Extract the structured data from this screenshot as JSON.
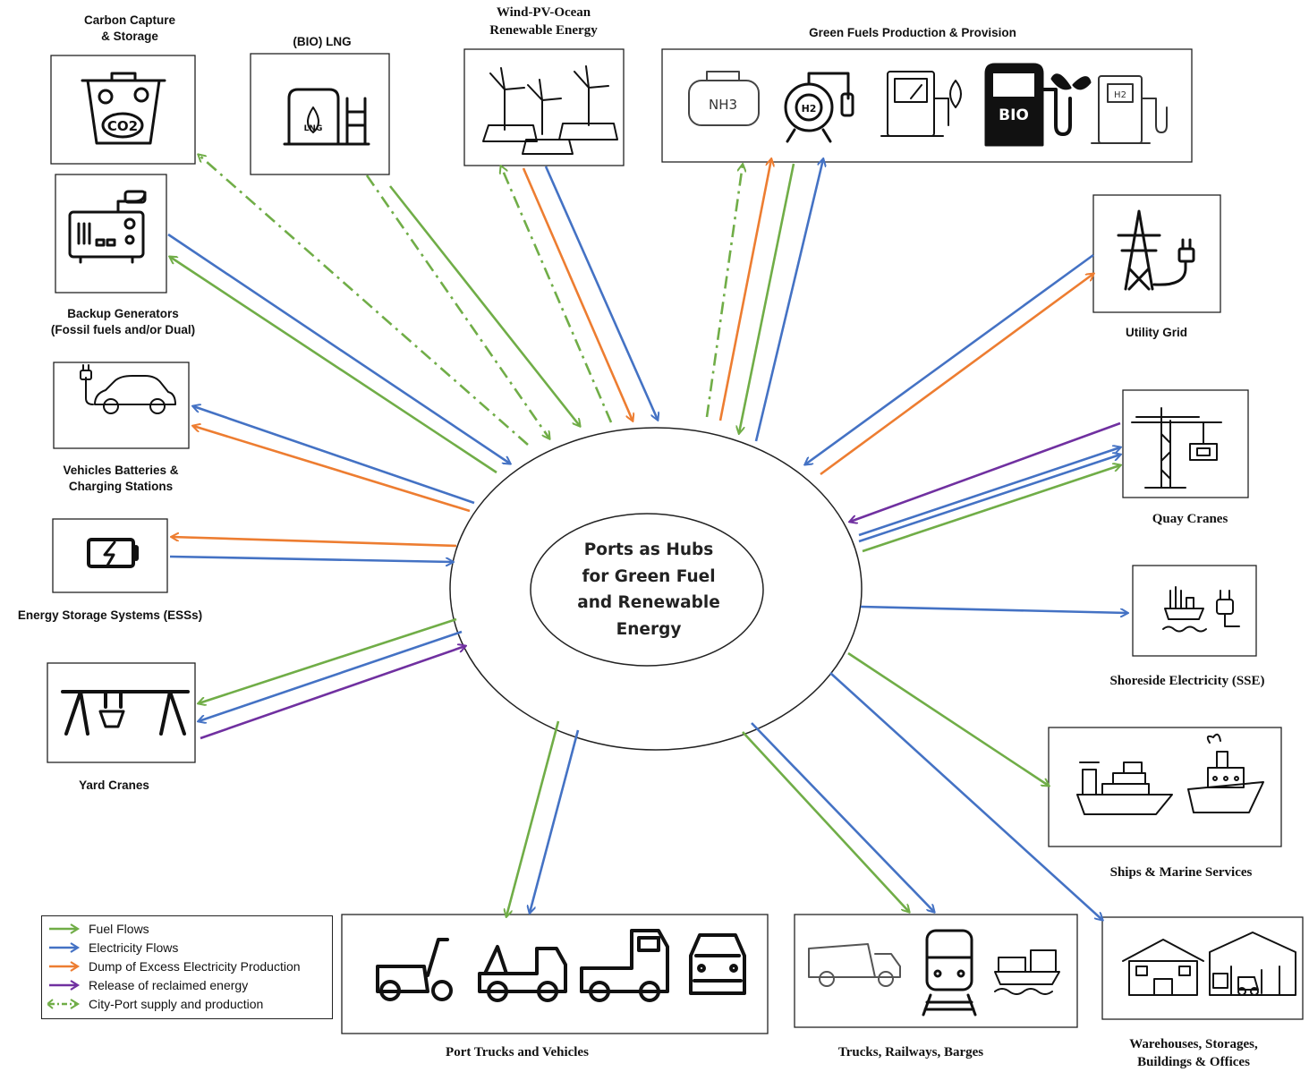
{
  "center": {
    "lines": [
      "Ports as Hubs",
      "for Green Fuel",
      "and Renewable",
      "Energy"
    ]
  },
  "nodes": {
    "carbon_capture": [
      "Carbon Capture",
      "& Storage"
    ],
    "bio_lng": [
      "(BIO) LNG"
    ],
    "wind_pv": [
      "Wind-PV-Ocean",
      "Renewable Energy"
    ],
    "green_fuels": [
      "Green Fuels Production & Provision"
    ],
    "backup_generators": [
      "Backup Generators",
      "(Fossil fuels and/or Dual)"
    ],
    "vehicle_batteries": [
      "Vehicles Batteries &",
      "Charging Stations"
    ],
    "energy_storage": [
      "Energy Storage Systems (ESSs)"
    ],
    "yard_cranes": [
      "Yard Cranes"
    ],
    "utility_grid": [
      "Utility Grid"
    ],
    "quay_cranes": [
      "Quay Cranes"
    ],
    "shoreside": [
      "Shoreside Electricity (SSE)"
    ],
    "ships": [
      "Ships & Marine Services"
    ],
    "port_trucks": [
      "Port Trucks and Vehicles"
    ],
    "trucks_rail": [
      "Trucks, Railways, Barges"
    ],
    "warehouses": [
      "Warehouses, Storages,",
      "Buildings & Offices"
    ]
  },
  "icon_text": {
    "co2": "CO2",
    "lng": "LNG",
    "nh3": "NH3",
    "h2": "H2",
    "bio": "BIO",
    "h2_pump": "H2"
  },
  "colors": {
    "fuel": "#70ad47",
    "electricity": "#4472c4",
    "dump": "#ed7d31",
    "reclaimed": "#7030a0",
    "city_port": "#70ad47"
  },
  "legend": {
    "fuel": "Fuel Flows",
    "electricity": "Electricity Flows",
    "dump": "Dump of Excess Electricity Production",
    "reclaimed": "Release of reclaimed energy",
    "city_port": "City-Port supply and production"
  }
}
